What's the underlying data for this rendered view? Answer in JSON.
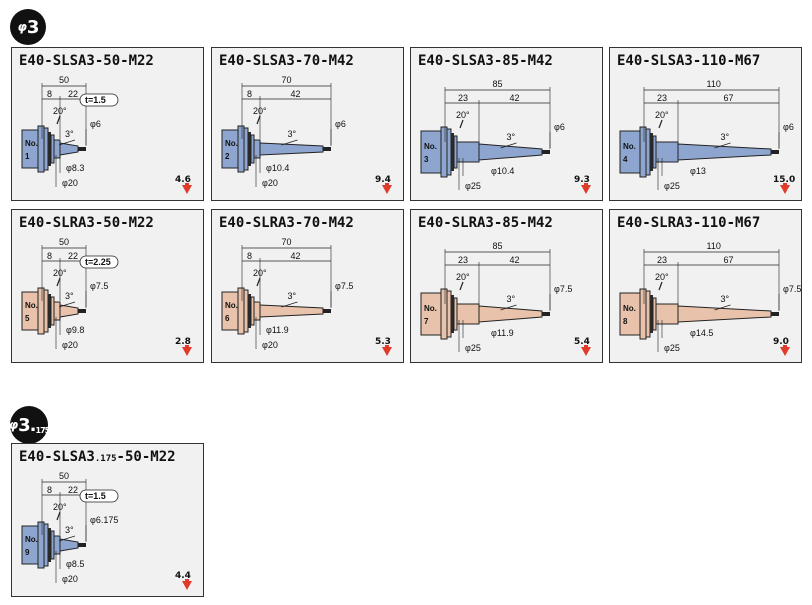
{
  "sections": [
    {
      "label_symbol": "φ",
      "label_value": "3",
      "label_sub": ""
    },
    {
      "label_symbol": "φ",
      "label_value": "3.",
      "label_sub": "175"
    }
  ],
  "colors": {
    "blue": "#8ea6cf",
    "tan": "#e8c2aa",
    "card_bg": "#f1f1f1",
    "arrow": "#e03a2a"
  },
  "cards": [
    {
      "title": "E40-SLSA3-50-M22",
      "no": "1",
      "color": "blue",
      "total": "50",
      "a": "8",
      "b": "22",
      "angle": "20°",
      "taper": "3°",
      "tip": "φ6",
      "d1": "φ8.3",
      "d2": "φ20",
      "t": "t=1.5",
      "weight": "4.6"
    },
    {
      "title": "E40-SLSA3-70-M42",
      "no": "2",
      "color": "blue",
      "total": "70",
      "a": "8",
      "b": "42",
      "angle": "20°",
      "taper": "3°",
      "tip": "φ6",
      "d1": "φ10.4",
      "d2": "φ20",
      "t": "",
      "weight": "9.4"
    },
    {
      "title": "E40-SLSA3-85-M42",
      "no": "3",
      "color": "blue",
      "total": "85",
      "a": "23",
      "b": "42",
      "angle": "20°",
      "taper": "3°",
      "tip": "φ6",
      "d1": "φ10.4",
      "d2": "φ25",
      "t": "",
      "weight": "9.3"
    },
    {
      "title": "E40-SLSA3-110-M67",
      "no": "4",
      "color": "blue",
      "total": "110",
      "a": "23",
      "b": "67",
      "angle": "20°",
      "taper": "3°",
      "tip": "φ6",
      "d1": "φ13",
      "d2": "φ25",
      "t": "",
      "weight": "15.0"
    },
    {
      "title": "E40-SLRA3-50-M22",
      "no": "5",
      "color": "tan",
      "total": "50",
      "a": "8",
      "b": "22",
      "angle": "20°",
      "taper": "3°",
      "tip": "φ7.5",
      "d1": "φ9.8",
      "d2": "φ20",
      "t": "t=2.25",
      "weight": "2.8"
    },
    {
      "title": "E40-SLRA3-70-M42",
      "no": "6",
      "color": "tan",
      "total": "70",
      "a": "8",
      "b": "42",
      "angle": "20°",
      "taper": "3°",
      "tip": "φ7.5",
      "d1": "φ11.9",
      "d2": "φ20",
      "t": "",
      "weight": "5.3"
    },
    {
      "title": "E40-SLRA3-85-M42",
      "no": "7",
      "color": "tan",
      "total": "85",
      "a": "23",
      "b": "42",
      "angle": "20°",
      "taper": "3°",
      "tip": "φ7.5",
      "d1": "φ11.9",
      "d2": "φ25",
      "t": "",
      "weight": "5.4"
    },
    {
      "title": "E40-SLRA3-110-M67",
      "no": "8",
      "color": "tan",
      "total": "110",
      "a": "23",
      "b": "67",
      "angle": "20°",
      "taper": "3°",
      "tip": "φ7.5",
      "d1": "φ14.5",
      "d2": "φ25",
      "t": "",
      "weight": "9.0"
    },
    {
      "title": "E40-SLSA3.175-50-M22",
      "title_main": "E40-SLSA3",
      "title_small": ".175",
      "title_rest": "-50-M22",
      "no": "9",
      "color": "blue",
      "total": "50",
      "a": "8",
      "b": "22",
      "angle": "20°",
      "taper": "3°",
      "tip": "φ6.175",
      "d1": "φ8.5",
      "d2": "φ20",
      "t": "t=1.5",
      "weight": "4.4"
    }
  ],
  "no_label": "No."
}
